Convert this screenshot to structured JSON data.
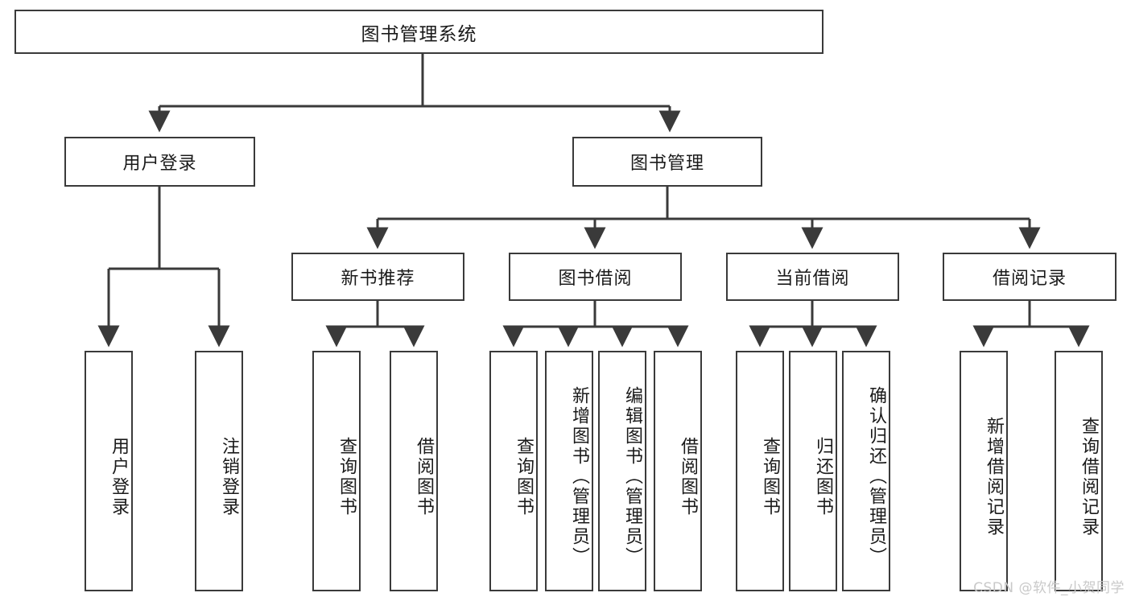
{
  "diagram": {
    "title": "图书管理系统",
    "root": {
      "label": "图书管理系统"
    },
    "level2": [
      {
        "label": "用户登录"
      },
      {
        "label": "图书管理"
      }
    ],
    "level3": [
      {
        "label": "新书推荐"
      },
      {
        "label": "图书借阅"
      },
      {
        "label": "当前借阅"
      },
      {
        "label": "借阅记录"
      }
    ],
    "leaves": {
      "user_login": [
        {
          "label": "用户登录"
        },
        {
          "label": "注销登录"
        }
      ],
      "new_book_recommend": [
        {
          "label": "查询图书"
        },
        {
          "label": "借阅图书"
        }
      ],
      "book_borrow": [
        {
          "label": "查询图书"
        },
        {
          "label": "新增图书（管理员）"
        },
        {
          "label": "编辑图书（管理员）"
        },
        {
          "label": "借阅图书"
        }
      ],
      "current_borrow": [
        {
          "label": "查询图书"
        },
        {
          "label": "归还图书"
        },
        {
          "label": "确认归还（管理员）"
        }
      ],
      "borrow_record": [
        {
          "label": "新增借阅记录"
        },
        {
          "label": "查询借阅记录"
        }
      ]
    }
  },
  "watermark": {
    "text": "CSDN @软件_小贺同学"
  },
  "colors": {
    "box_border": "#3a3a3a",
    "box_fill": "#ffffff",
    "wire": "#3a3a3a",
    "text": "#1a1a1a",
    "watermark": "#c9c9c9"
  }
}
